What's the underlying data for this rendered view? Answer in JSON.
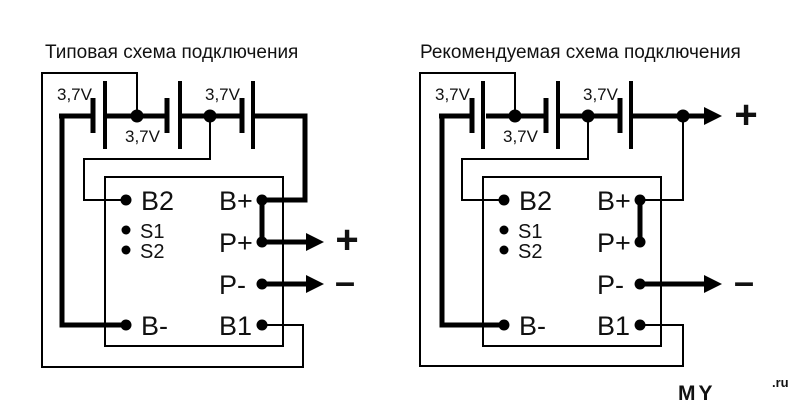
{
  "colors": {
    "background": "#ffffff",
    "line": "#000000",
    "text": "#111111",
    "watermark_primary": "#e9dc73",
    "watermark_secondary": "#f4eebe"
  },
  "left_diagram": {
    "title": "Типовая схема подключения",
    "battery_labels": [
      "3,7V",
      "3,7V",
      "3,7V"
    ],
    "board_terminals": {
      "b2": "B2",
      "s1": "S1",
      "s2": "S2",
      "b_minus": "B-",
      "b_plus": "B+",
      "p_plus": "P+",
      "p_minus": "P-",
      "b1": "B1"
    },
    "outputs": {
      "plus": "+",
      "minus": "–"
    }
  },
  "right_diagram": {
    "title": "Рекомендуемая схема подключения",
    "battery_labels": [
      "3,7V",
      "3,7V",
      "3,7V"
    ],
    "board_terminals": {
      "b2": "B2",
      "s1": "S1",
      "s2": "S2",
      "b_minus": "B-",
      "b_plus": "B+",
      "p_plus": "P+",
      "p_minus": "P-",
      "b1": "B1"
    },
    "outputs": {
      "plus": "+",
      "minus": "–"
    }
  },
  "watermark": {
    "primary": "MY",
    "secondary": ".ru"
  }
}
